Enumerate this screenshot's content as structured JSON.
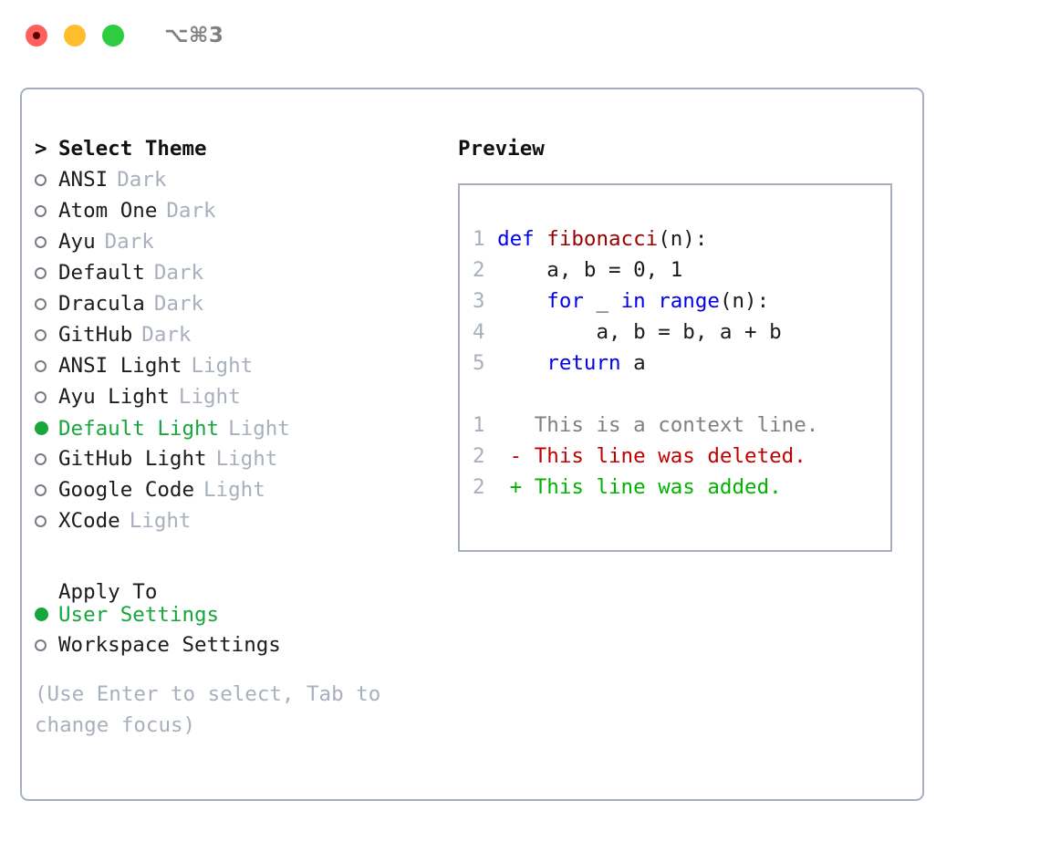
{
  "titlebar": {
    "lights": [
      {
        "name": "close-button",
        "color": "#ff605c"
      },
      {
        "name": "minimize-button",
        "color": "#ffbd2e"
      },
      {
        "name": "maximize-button",
        "color": "#2ecc40"
      }
    ],
    "shortcut": "⌥⌘3"
  },
  "theme_section": {
    "header_marker": ">",
    "header_label": "Select Theme",
    "items": [
      {
        "marker": "○",
        "label": "ANSI",
        "variant": "Dark",
        "selected": false
      },
      {
        "marker": "○",
        "label": "Atom One",
        "variant": "Dark",
        "selected": false
      },
      {
        "marker": "○",
        "label": "Ayu",
        "variant": "Dark",
        "selected": false
      },
      {
        "marker": "○",
        "label": "Default",
        "variant": "Dark",
        "selected": false
      },
      {
        "marker": "○",
        "label": "Dracula",
        "variant": "Dark",
        "selected": false
      },
      {
        "marker": "○",
        "label": "GitHub",
        "variant": "Dark",
        "selected": false
      },
      {
        "marker": "○",
        "label": "ANSI Light",
        "variant": "Light",
        "selected": false
      },
      {
        "marker": "○",
        "label": "Ayu Light",
        "variant": "Light",
        "selected": false
      },
      {
        "marker": "●",
        "label": "Default Light",
        "variant": "Light",
        "selected": true
      },
      {
        "marker": "○",
        "label": "GitHub Light",
        "variant": "Light",
        "selected": false
      },
      {
        "marker": "○",
        "label": "Google Code",
        "variant": "Light",
        "selected": false
      },
      {
        "marker": "○",
        "label": "XCode",
        "variant": "Light",
        "selected": false
      }
    ]
  },
  "apply_to_section": {
    "header_label": "Apply To",
    "items": [
      {
        "marker": "●",
        "label": "User Settings",
        "selected": true
      },
      {
        "marker": "○",
        "label": "Workspace Settings",
        "selected": false
      }
    ]
  },
  "hint": "(Use Enter to select, Tab to change focus)",
  "preview": {
    "title": "Preview",
    "code_lines": [
      {
        "num": "1",
        "tokens": [
          {
            "t": "def ",
            "c": "kw"
          },
          {
            "t": "fibonacci",
            "c": "fn"
          },
          {
            "t": "(n):",
            "c": "plain"
          }
        ]
      },
      {
        "num": "2",
        "tokens": [
          {
            "t": "    a, b = 0, 1",
            "c": "plain"
          }
        ]
      },
      {
        "num": "3",
        "tokens": [
          {
            "t": "    ",
            "c": "plain"
          },
          {
            "t": "for",
            "c": "kw"
          },
          {
            "t": " _ ",
            "c": "plain"
          },
          {
            "t": "in",
            "c": "kw"
          },
          {
            "t": " ",
            "c": "plain"
          },
          {
            "t": "range",
            "c": "kw"
          },
          {
            "t": "(n):",
            "c": "plain"
          }
        ]
      },
      {
        "num": "4",
        "tokens": [
          {
            "t": "        a, b = b, a + b",
            "c": "plain"
          }
        ]
      },
      {
        "num": "5",
        "tokens": [
          {
            "t": "    ",
            "c": "plain"
          },
          {
            "t": "return",
            "c": "kw"
          },
          {
            "t": " a",
            "c": "plain"
          }
        ]
      }
    ],
    "diff_lines": [
      {
        "num": "1",
        "sign": " ",
        "text": "This is a context line.",
        "kind": "ctx"
      },
      {
        "num": "2",
        "sign": "-",
        "text": "This line was deleted.",
        "kind": "del"
      },
      {
        "num": "2",
        "sign": "+",
        "text": "This line was added.",
        "kind": "add"
      }
    ]
  },
  "colors": {
    "accent_green": "#16a63c",
    "border": "#a6b0bd",
    "muted": "#a8b0bd",
    "keyword_blue": "#0000ee",
    "function_red": "#9b0000",
    "diff_add": "#00b300",
    "diff_del": "#c00000"
  }
}
